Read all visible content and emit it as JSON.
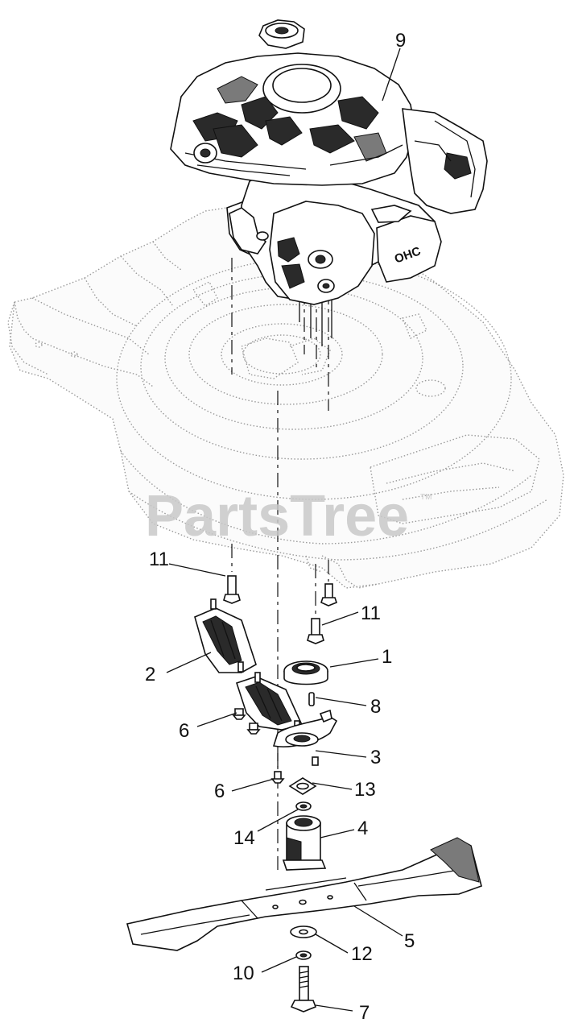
{
  "watermark": {
    "text": "PartsTree",
    "trademark": "TM"
  },
  "callouts": {
    "c9": "9",
    "c11_top": "11",
    "c11_right": "11",
    "c1": "1",
    "c2": "2",
    "c8": "8",
    "c6_upper": "6",
    "c3": "3",
    "c6_lower": "6",
    "c13": "13",
    "c14": "14",
    "c4": "4",
    "c5": "5",
    "c12": "12",
    "c10": "10",
    "c7": "7"
  },
  "engine_badge": "OHC"
}
